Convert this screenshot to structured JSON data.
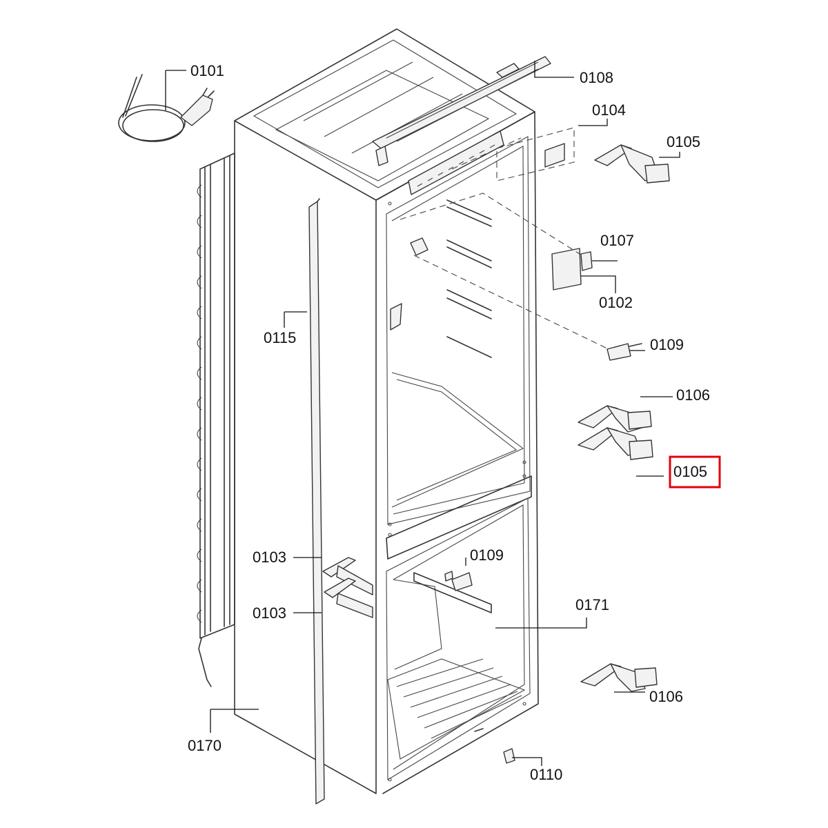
{
  "labels": {
    "power_cord": "0101",
    "top_rail": "0108",
    "vent_panel": "0104",
    "hinge_top": "0105",
    "bracket": "0107",
    "cover_plate": "0102",
    "clip_upper": "0109",
    "hinge_middle": "0106",
    "hinge_middle_lower": "0105",
    "door_strip": "0115",
    "door_hinge_upper": "0103",
    "door_hinge_lower": "0103",
    "clip_lower": "0109",
    "interior": "0171",
    "hinge_bottom": "0106",
    "side_panel": "0170",
    "foot_clip": "0110"
  },
  "highlight": {
    "label_key": "hinge_middle_lower",
    "color": "#e3000f"
  }
}
